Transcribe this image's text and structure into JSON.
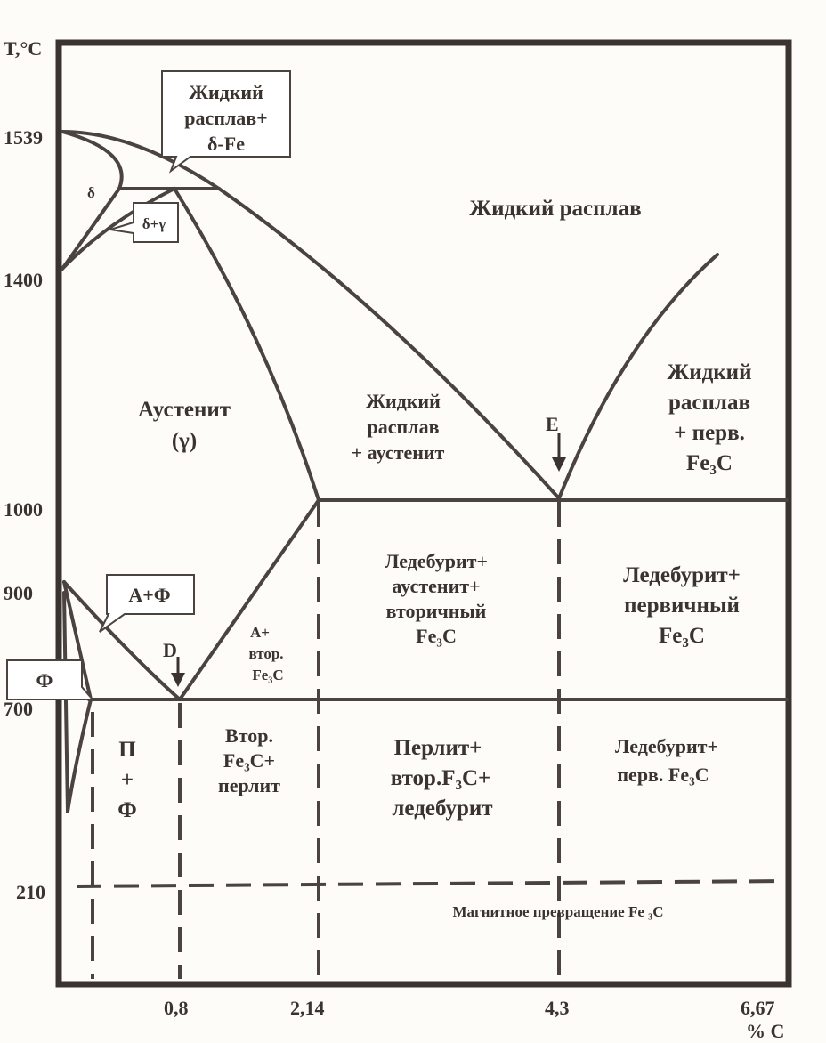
{
  "axis": {
    "y_title": "T,°C",
    "x_title": "% C",
    "y_ticks": [
      "1539",
      "1400",
      "1000",
      "900",
      "700",
      "210"
    ],
    "x_ticks": [
      "0,8",
      "2,14",
      "4,3",
      "6,67"
    ]
  },
  "points": {
    "E": "E",
    "D": "D"
  },
  "callouts": {
    "liquid_delta": [
      "Жидкий",
      "расплав+",
      "δ-Fe"
    ],
    "delta_gamma": "δ+γ",
    "a_plus_f": "А+Ф",
    "ferrite": "Ф"
  },
  "regions": {
    "delta": "δ",
    "liquid": "Жидкий расплав",
    "liquid_fe3c": [
      "Жидкий",
      "расплав",
      "+ перв.",
      "Fe₃C"
    ],
    "austenite": [
      "Аустенит",
      "(γ)"
    ],
    "liquid_austenite": [
      "Жидкий",
      "расплав",
      "+ аустенит"
    ],
    "ledeburite_aust": [
      "Ледебурит+",
      "аустенит+",
      "вторичный",
      "Fe₃C"
    ],
    "ledeburite_prim": [
      "Ледебурит+",
      "первичный",
      "Fe₃C"
    ],
    "a_sec_fe3c": [
      "А+",
      "втор.",
      "Fe₃C"
    ],
    "sec_fe3c_perlite": [
      "Втор.",
      "Fe₃C+",
      "перлит"
    ],
    "perlite_f": [
      "П",
      "+",
      "Ф"
    ],
    "perlite_sec_led": [
      "Перлит+",
      "втор.F₃C+",
      "ледебурит"
    ],
    "ledeburite_perv": [
      "Ледебурит+",
      "перв. Fe₃C"
    ],
    "magnetic": "Магнитное превращение Fe ₃C"
  }
}
